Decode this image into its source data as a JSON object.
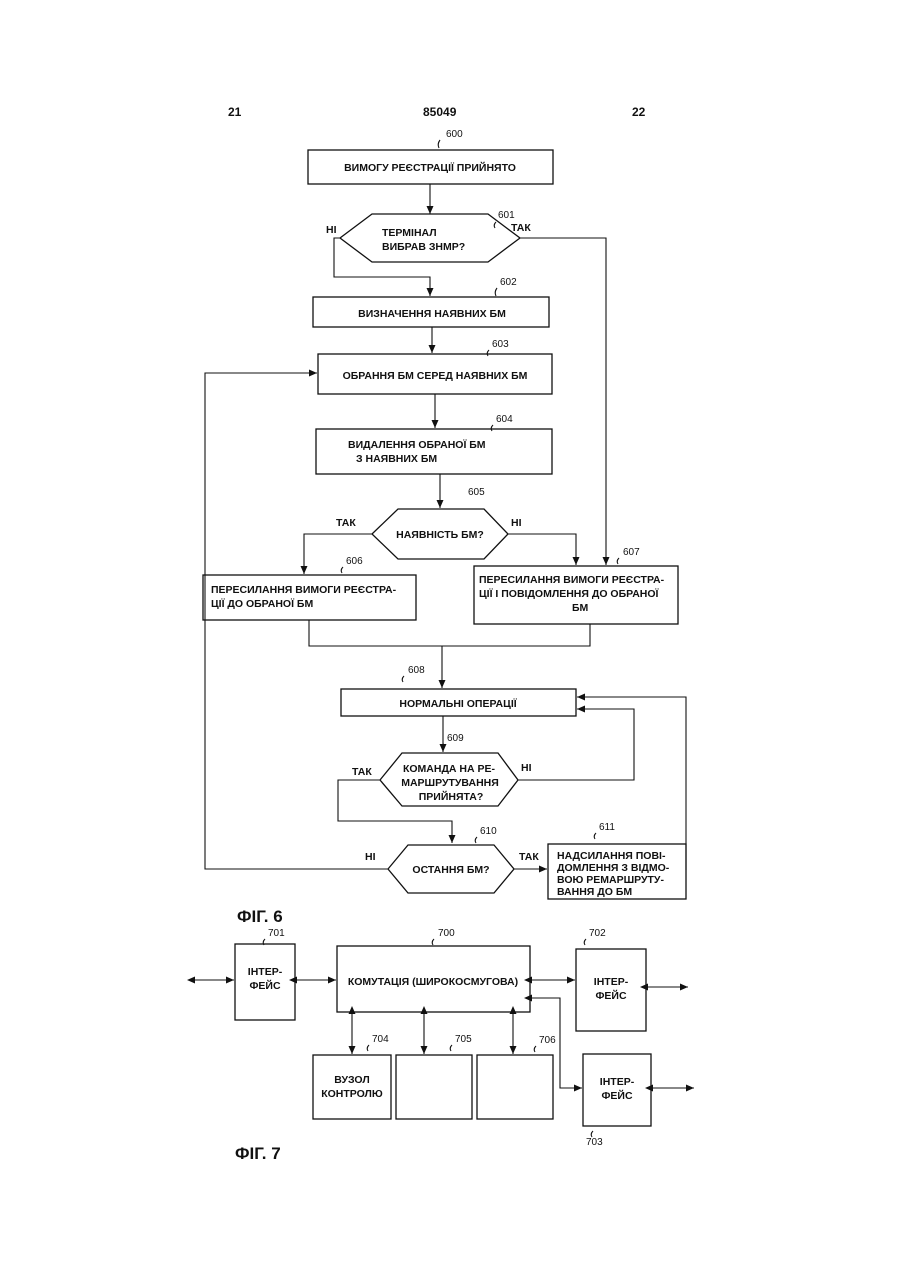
{
  "header": {
    "left_page": "21",
    "doc_number": "85049",
    "right_page": "22"
  },
  "fig6": {
    "caption": "ФІГ. 6",
    "steps": {
      "s600": {
        "ref": "600",
        "text": "ВИМОГУ РЕЄСТРАЦІЇ ПРИЙНЯТО"
      },
      "s601": {
        "ref": "601",
        "lines": [
          "ТЕРМІНАЛ",
          "ВИБРАВ ЗНМР?"
        ]
      },
      "s602": {
        "ref": "602",
        "text": "ВИЗНАЧЕННЯ НАЯВНИХ БМ"
      },
      "s603": {
        "ref": "603",
        "text": "ОБРАННЯ БМ СЕРЕД НАЯВНИХ БМ"
      },
      "s604": {
        "ref": "604",
        "lines": [
          "ВИДАЛЕННЯ ОБРАНОЇ БМ",
          "З НАЯВНИХ БМ"
        ]
      },
      "s605": {
        "ref": "605",
        "text": "НАЯВНІСТЬ БМ?"
      },
      "s606": {
        "ref": "606",
        "lines": [
          "ПЕРЕСИЛАННЯ ВИМОГИ РЕЄСТРА-",
          "ЦІЇ ДО ОБРАНОЇ   БМ"
        ]
      },
      "s607": {
        "ref": "607",
        "lines": [
          "ПЕРЕСИЛАННЯ ВИМОГИ РЕЄСТРА-",
          "ЦІЇ І ПОВІДОМЛЕННЯ ДО ОБРАНОЇ",
          "БМ"
        ]
      },
      "s608": {
        "ref": "608",
        "text": "НОРМАЛЬНІ ОПЕРАЦІЇ"
      },
      "s609": {
        "ref": "609",
        "lines": [
          "КОМАНДА НА РЕ-",
          "МАРШРУТУВАННЯ",
          "ПРИЙНЯТА?"
        ]
      },
      "s610": {
        "ref": "610",
        "text": "ОСТАННЯ БМ?"
      },
      "s611": {
        "ref": "611",
        "lines": [
          "НАДСИЛАННЯ ПОВІ-",
          "ДОМЛЕННЯ З ВІДМО-",
          "ВОЮ РЕМАРШРУТУ-",
          "ВАННЯ ДО БМ"
        ]
      }
    },
    "branches": {
      "b601_no": "НІ",
      "b601_yes": "ТАК",
      "b605_yes": "ТАК",
      "b605_no": "НІ",
      "b609_yes": "ТАК",
      "b609_no": "НІ",
      "b610_no": "НІ",
      "b610_yes": "ТАК"
    }
  },
  "fig7": {
    "caption": "ФІГ. 7",
    "blocks": {
      "b700": {
        "ref": "700",
        "text": "КОМУТАЦІЯ (ШИРОКОСМУГОВА)"
      },
      "b701": {
        "ref": "701",
        "lines": [
          "ІНТЕР-",
          "ФЕЙС"
        ]
      },
      "b702": {
        "ref": "702",
        "lines": [
          "ІНТЕР-",
          "ФЕЙС"
        ]
      },
      "b703": {
        "ref": "703",
        "lines": [
          "ІНТЕР-",
          "ФЕЙС"
        ]
      },
      "b704": {
        "ref": "704",
        "lines": [
          "ВУЗОЛ",
          "КОНТРОЛЮ"
        ]
      },
      "b705": {
        "ref": "705"
      },
      "b706": {
        "ref": "706"
      }
    }
  }
}
